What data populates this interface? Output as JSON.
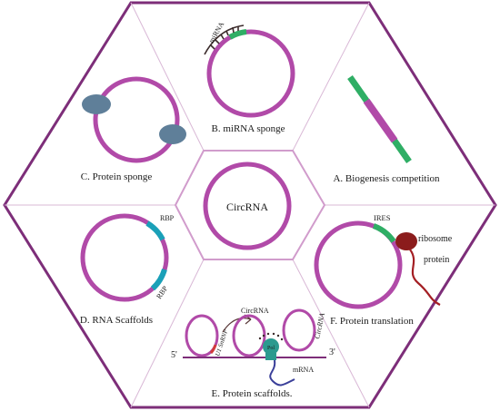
{
  "center": {
    "label": "CircRNA"
  },
  "panels": {
    "a": {
      "caption": "A. Biogenesis competition"
    },
    "b": {
      "caption": "B.  miRNA sponge",
      "mirna_label": "miRNA"
    },
    "c": {
      "caption": "C. Protein sponge"
    },
    "d": {
      "caption": "D. RNA Scaffolds",
      "rbp_label_top": "RBP",
      "rbp_label_bottom": "RBP"
    },
    "e": {
      "caption": "E. Protein scaffolds.",
      "snrnp_label": "U1 SnRNP",
      "circrna_label_left": "CircRNA",
      "circrna_label_right": "CircRNA",
      "pol_label": "Pol",
      "five_prime": "5'",
      "three_prime": "3'",
      "mrna_label": "mRNA"
    },
    "f": {
      "caption": "F. Protein translation",
      "ires_label": "IRES",
      "ribosome_label": "ribosome",
      "protein_label": "protein"
    }
  },
  "colors": {
    "circ": "#b14aa8",
    "frame": "#7d2e79",
    "divider": "#d9b8d6",
    "green": "#2fae65",
    "teal": "#1aa0b8",
    "blob": "#5f7f99",
    "ribosome": "#8b1c1c",
    "protein": "#a41f24",
    "pol": "#2b9a8f",
    "mrna": "#3a3f99",
    "dark": "#3b2b2b"
  }
}
